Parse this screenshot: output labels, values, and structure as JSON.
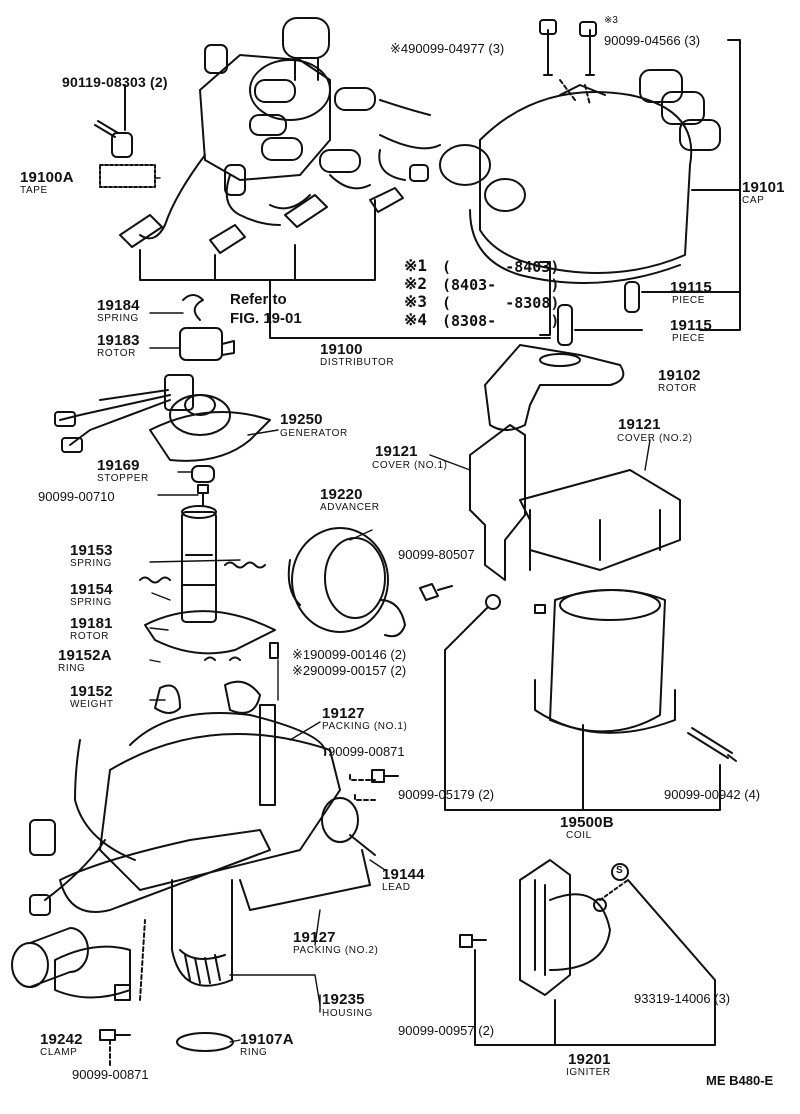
{
  "parts": [
    {
      "id": "p1",
      "number": "90119-08303 (2)"
    },
    {
      "id": "p2",
      "number": "19100A",
      "name": "TAPE"
    },
    {
      "id": "p3",
      "number": "※490099-04977 (3)"
    },
    {
      "id": "p4",
      "number": "※3",
      "sub": "90099-04566 (3)"
    },
    {
      "id": "p5",
      "number": "19101",
      "name": "CAP"
    },
    {
      "id": "p6",
      "number": "19115",
      "name": "PIECE"
    },
    {
      "id": "p7",
      "number": "19115",
      "name": "PIECE"
    },
    {
      "id": "p8",
      "number": "19184",
      "name": "SPRING"
    },
    {
      "id": "p9",
      "number": "19183",
      "name": "ROTOR"
    },
    {
      "id": "p10",
      "number": "19100",
      "name": "DISTRIBUTOR"
    },
    {
      "id": "p11",
      "number": "19102",
      "name": "ROTOR"
    },
    {
      "id": "p12",
      "number": "19250",
      "name": "GENERATOR"
    },
    {
      "id": "p13",
      "number": "19121",
      "name": "COVER (NO.1)"
    },
    {
      "id": "p14",
      "number": "19121",
      "name": "COVER (NO.2)"
    },
    {
      "id": "p15",
      "number": "19169",
      "name": "STOPPER"
    },
    {
      "id": "p16",
      "number": "90099-00710"
    },
    {
      "id": "p17",
      "number": "19220",
      "name": "ADVANCER"
    },
    {
      "id": "p18",
      "number": "19153",
      "name": "SPRING"
    },
    {
      "id": "p19",
      "number": "90099-80507"
    },
    {
      "id": "p20",
      "number": "19154",
      "name": "SPRING"
    },
    {
      "id": "p21",
      "number": "19181",
      "name": "ROTOR"
    },
    {
      "id": "p22",
      "number": "19152A",
      "name": "RING"
    },
    {
      "id": "p23",
      "number": "※190099-00146 (2)"
    },
    {
      "id": "p24",
      "number": "※290099-00157 (2)"
    },
    {
      "id": "p25",
      "number": "19152",
      "name": "WEIGHT"
    },
    {
      "id": "p26",
      "number": "19127",
      "name": "PACKING (NO.1)"
    },
    {
      "id": "p27",
      "number": "90099-00871"
    },
    {
      "id": "p28",
      "number": "90099-05179 (2)"
    },
    {
      "id": "p29",
      "number": "90099-00942 (4)"
    },
    {
      "id": "p30",
      "number": "19500B",
      "name": "COIL"
    },
    {
      "id": "p31",
      "number": "19144",
      "name": "LEAD"
    },
    {
      "id": "p32",
      "number": "19127",
      "name": "PACKING (NO.2)"
    },
    {
      "id": "p33",
      "number": "19235",
      "name": "HOUSING"
    },
    {
      "id": "p34",
      "number": "19107A",
      "name": "RING"
    },
    {
      "id": "p35",
      "number": "19242",
      "name": "CLAMP"
    },
    {
      "id": "p36",
      "number": "90099-00871"
    },
    {
      "id": "p37",
      "number": "93319-14006 (3)"
    },
    {
      "id": "p38",
      "number": "90099-00957 (2)"
    },
    {
      "id": "p39",
      "number": "19201",
      "name": "IGNITER"
    }
  ],
  "refer": {
    "line1": "Refer to",
    "line2": "FIG. 19-01"
  },
  "notes": [
    {
      "mark": "※1",
      "text": "(      -8403)"
    },
    {
      "mark": "※2",
      "text": "(8403-      )"
    },
    {
      "mark": "※3",
      "text": "(      -8308)"
    },
    {
      "mark": "※4",
      "text": "(8308-      )"
    }
  ],
  "s_marker": "S",
  "figure_code": "ME B480-E"
}
